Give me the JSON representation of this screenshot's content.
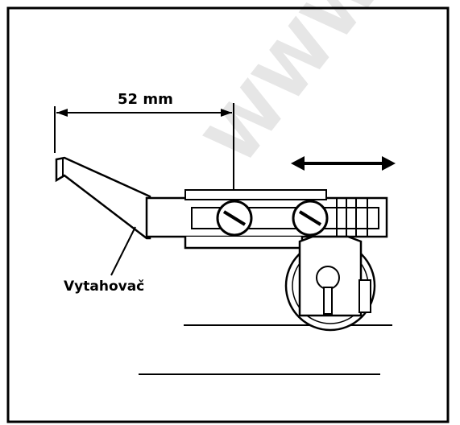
{
  "dimension_label": "52 mm",
  "part_label": "Vytahovač",
  "watermark": "WWW.S"
}
